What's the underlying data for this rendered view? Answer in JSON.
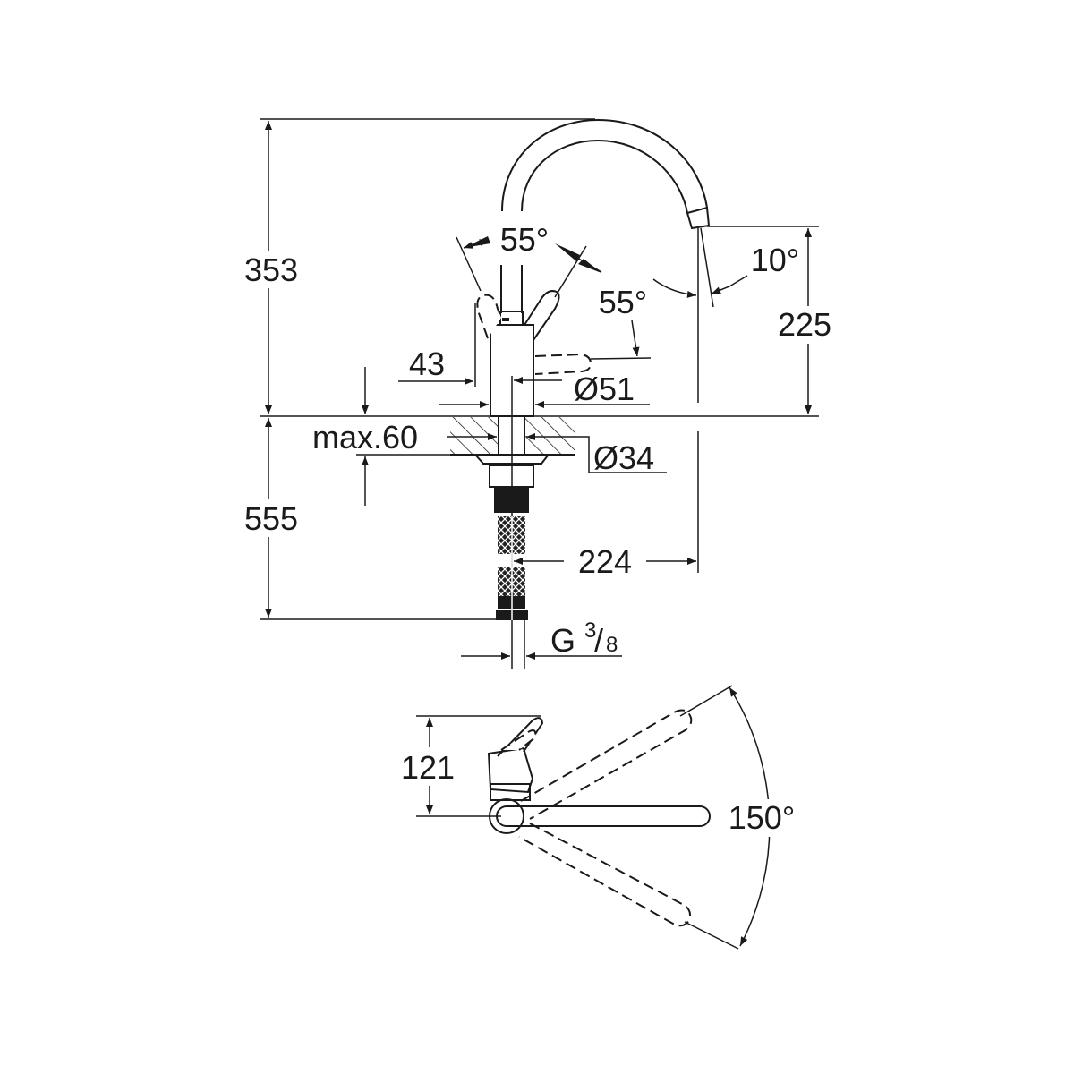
{
  "title": "Faucet dimension drawing",
  "dimensions": {
    "total_height": "353",
    "below_counter": "555",
    "spout_height": "225",
    "spout_angle": "10°",
    "lever_angle_left": "55°",
    "lever_angle_right": "55°",
    "lever_offset": "43",
    "body_diameter": "Ø51",
    "counter_thickness": "max.60",
    "hole_diameter": "Ø34",
    "spout_reach": "224",
    "connection_prefix": "G",
    "connection_num": "3",
    "connection_den": "8",
    "top_view_depth": "121",
    "swivel_angle": "150°"
  },
  "colors": {
    "line": "#1a1a1a",
    "background": "#ffffff"
  }
}
